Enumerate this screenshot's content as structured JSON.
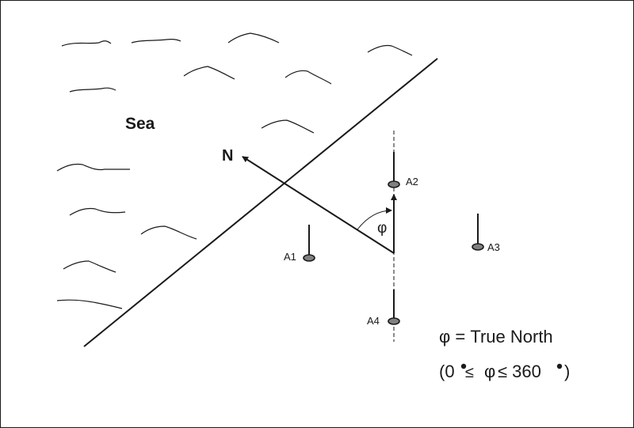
{
  "labels": {
    "sea": "Sea",
    "north": "N",
    "phi": "φ",
    "antennas": [
      "A1",
      "A2",
      "A3",
      "A4"
    ]
  },
  "legend": {
    "line1": "φ = True North",
    "line2_open": "(0",
    "line2_le1": "≤",
    "line2_phi": "φ",
    "line2_le2": "≤ 360",
    "line2_close": ")"
  },
  "colors": {
    "line": "#1a1a1a",
    "background": "#ffffff",
    "antenna_fill": "#808080"
  }
}
